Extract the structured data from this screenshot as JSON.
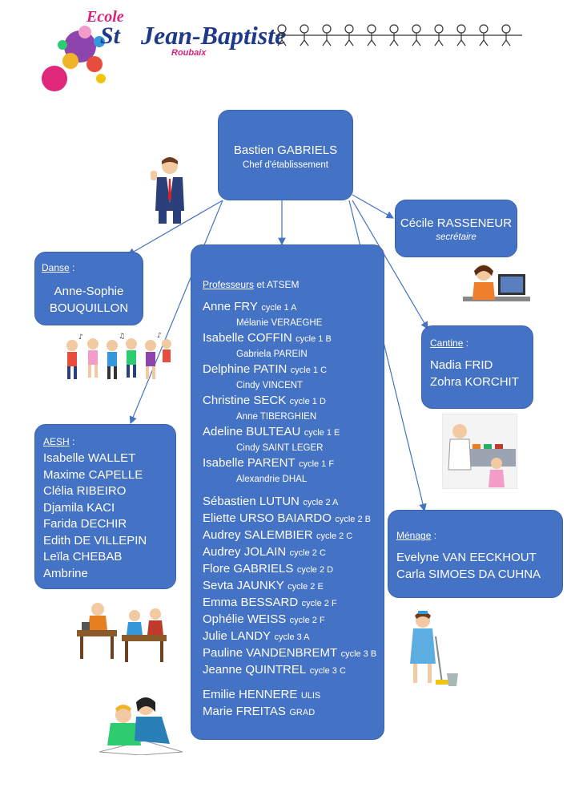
{
  "logo": {
    "ecole": "Ecole",
    "st": "St",
    "name": "Jean-Baptiste",
    "city": "Roubaix"
  },
  "head": {
    "name": "Bastien GABRIELS",
    "title": "Chef d'établissement"
  },
  "secretary": {
    "name": "Cécile RASSENEUR",
    "role": "secrétaire"
  },
  "dance": {
    "label": "Danse",
    "suffix": " :",
    "line1": "Anne-Sophie",
    "line2": "BOUQUILLON"
  },
  "canteen": {
    "label": "Cantine",
    "suffix": " :",
    "people": [
      "Nadia FRID",
      "Zohra KORCHIT"
    ]
  },
  "aesh": {
    "label": "AESH",
    "suffix": " :",
    "people": [
      "Isabelle WALLET",
      "Maxime CAPELLE",
      "Clélia RIBEIRO",
      "Djamila KACI",
      "Farida DECHIR",
      "Edith DE VILLEPIN",
      "Leïla CHEBAB",
      "Ambrine"
    ]
  },
  "cleaning": {
    "label": "Ménage",
    "suffix": " :",
    "people": [
      "Evelyne VAN EECKHOUT",
      "Carla SIMOES DA CUHNA"
    ]
  },
  "teachers": {
    "label": "Professeurs",
    "label_rest": " et ATSEM",
    "cycle1": [
      {
        "name": "Anne FRY",
        "cls": "cycle 1 A",
        "atsem": "Mélanie VERAEGHE"
      },
      {
        "name": "Isabelle COFFIN",
        "cls": "cycle 1 B",
        "atsem": "Gabriela PAREIN"
      },
      {
        "name": "Delphine PATIN",
        "cls": "cycle 1 C",
        "atsem": "Cindy VINCENT"
      },
      {
        "name": "Christine SECK",
        "cls": "cycle 1 D",
        "atsem": "Anne TIBERGHIEN"
      },
      {
        "name": "Adeline BULTEAU",
        "cls": "cycle 1 E",
        "atsem": "Cindy SAINT LEGER"
      },
      {
        "name": "Isabelle PARENT",
        "cls": "cycle 1 F",
        "atsem": "Alexandrie DHAL"
      }
    ],
    "cycle23": [
      {
        "name": "Sébastien LUTUN",
        "cls": "cycle 2 A"
      },
      {
        "name": "Eliette URSO BAIARDO",
        "cls": "cycle 2 B"
      },
      {
        "name": "Audrey SALEMBIER",
        "cls": "cycle 2 C"
      },
      {
        "name": "Audrey JOLAIN",
        "cls": "cycle 2 C"
      },
      {
        "name": "Flore GABRIELS",
        "cls": "cycle 2 D"
      },
      {
        "name": "Sevta JAUNKY",
        "cls": "cycle 2 E"
      },
      {
        "name": "Emma BESSARD",
        "cls": "cycle 2 F"
      },
      {
        "name": "Ophélie WEISS",
        "cls": "cycle 2 F"
      },
      {
        "name": "Julie LANDY",
        "cls": "cycle 3 A"
      },
      {
        "name": "Pauline VANDENBREMT",
        "cls": "cycle 3 B"
      },
      {
        "name": "Jeanne QUINTREL",
        "cls": "cycle 3 C"
      }
    ],
    "special": [
      {
        "name": "Emilie HENNERE",
        "cls": "ULIS"
      },
      {
        "name": "Marie FREITAS",
        "cls": "GRAD"
      }
    ]
  },
  "colors": {
    "box": "#4472c4",
    "arrow": "#4472c4",
    "logo_blue": "#1f3a8a",
    "logo_pink": "#d6247a"
  }
}
